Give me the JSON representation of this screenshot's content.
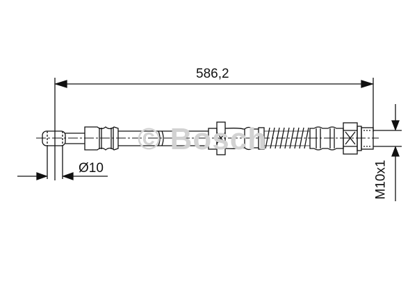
{
  "drawing": {
    "type": "brake hose technical drawing",
    "overall_length_label": "586,2",
    "diameter_label": "Ø10",
    "thread_label": "M10x1",
    "watermark": {
      "symbol": "©",
      "text": "Bosch"
    },
    "colors": {
      "line": "#111111",
      "watermark": "#d2d2d2",
      "background": "#ffffff"
    }
  }
}
